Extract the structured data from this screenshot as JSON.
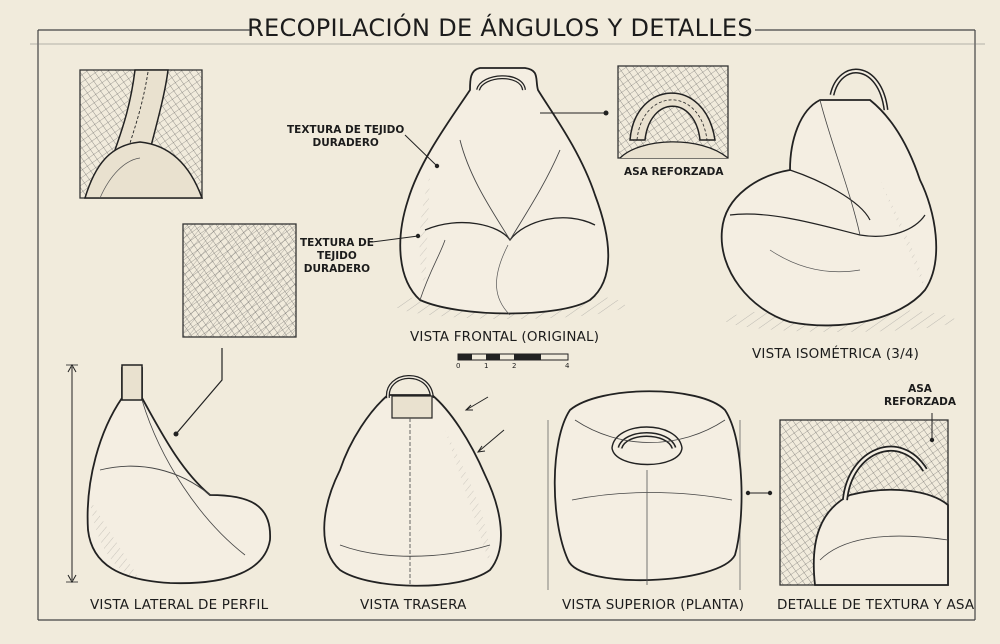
{
  "title": "RECOPILACIÓN DE ÁNGULOS Y DETALLES",
  "views": {
    "front": "VISTA FRONTAL (ORIGINAL)",
    "isometric": "VISTA ISOMÉTRICA (3/4)",
    "side": "VISTA LATERAL DE PERFIL",
    "back": "VISTA TRASERA",
    "top": "VISTA SUPERIOR (PLANTA)",
    "detail": "DETALLE DE TEXTURA Y ASA"
  },
  "callouts": {
    "fabric_top_1": "TEXTURA DE TEJIDO",
    "fabric_top_2": "DURADERO",
    "fabric_mid_1": "TEXTURA DE",
    "fabric_mid_2": "TEJIDO",
    "fabric_mid_3": "DURADERO",
    "handle_1": "ASA REFORZADA",
    "handle_2a": "ASA",
    "handle_2b": "REFORZADA"
  },
  "scale_bar": {
    "ticks": [
      "0",
      "1",
      "2",
      "4"
    ]
  },
  "colors": {
    "paper": "#f1ebdc",
    "ink": "#1c1c1c",
    "border": "#444444"
  }
}
